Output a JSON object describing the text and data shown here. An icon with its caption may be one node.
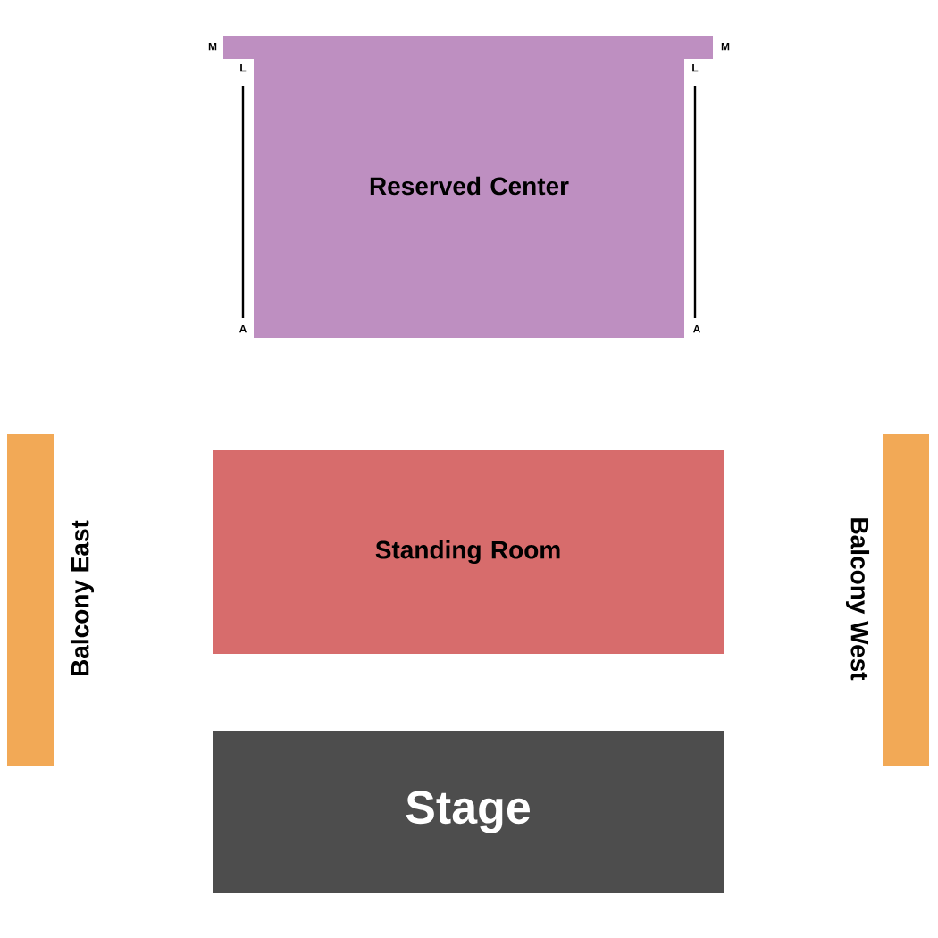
{
  "diagram": {
    "nodes": [
      {
        "text": [
          "Reserved Center"
        ]
      },
      {
        "text": [
          "Standing Room"
        ]
      },
      {
        "text": [
          "Stage"
        ]
      },
      {
        "text": [
          "Balcony East"
        ]
      },
      {
        "text": [
          "Balcony West"
        ]
      }
    ],
    "labels": [
      "M",
      "M",
      "L",
      "L",
      "A",
      "A"
    ]
  }
}
